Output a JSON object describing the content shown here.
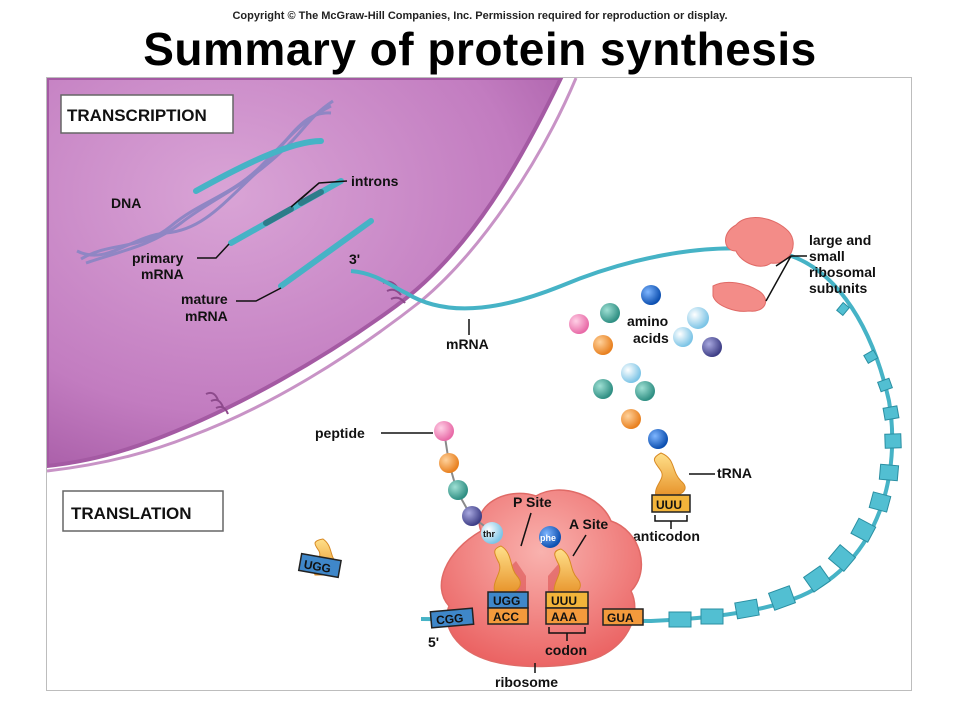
{
  "copyright": "Copyright © The McGraw-Hill Companies, Inc. Permission required for reproduction or display.",
  "title": "Summary of protein synthesis",
  "sections": {
    "transcription": "TRANSCRIPTION",
    "translation": "TRANSLATION"
  },
  "labels": {
    "dna": "DNA",
    "introns": "introns",
    "primary_mrna_1": "primary",
    "primary_mrna_2": "mRNA",
    "mature_mrna_1": "mature",
    "mature_mrna_2": "mRNA",
    "three_prime": "3'",
    "five_prime": "5'",
    "mrna": "mRNA",
    "ribosomal_1": "large and",
    "ribosomal_2": "small",
    "ribosomal_3": "ribosomal",
    "ribosomal_4": "subunits",
    "amino_1": "amino",
    "amino_2": "acids",
    "peptide": "peptide",
    "trna": "tRNA",
    "anticodon": "anticodon",
    "p_site": "P Site",
    "a_site": "A Site",
    "codon": "codon",
    "ribosome": "ribosome",
    "thr": "thr",
    "phe": "phe"
  },
  "sequences": {
    "free_trna_left": "UGG",
    "p_site_anticodon": "UGG",
    "p_site_codon": "ACC",
    "a_site_anticodon": "UUU",
    "a_site_codon": "AAA",
    "free_trna_right": "UUU",
    "mrna_left": "CGG",
    "mrna_right": "GUA"
  },
  "colors": {
    "nucleus": "#c77fc4",
    "nucleus_edge": "#a45aa3",
    "mrna": "#46b3c6",
    "dna": "#8f86c4",
    "ribosome": "#ef6e6e",
    "ribosome_light": "#f7a3a1",
    "trna": "#f2b43a",
    "pink_aa": "#f08cbc",
    "teal_aa": "#46a79b",
    "orange_aa": "#f39a3c",
    "lightblue_aa": "#9fd6ef",
    "blue_aa": "#1c6fd0",
    "purple_aa": "#5a5aa2"
  }
}
